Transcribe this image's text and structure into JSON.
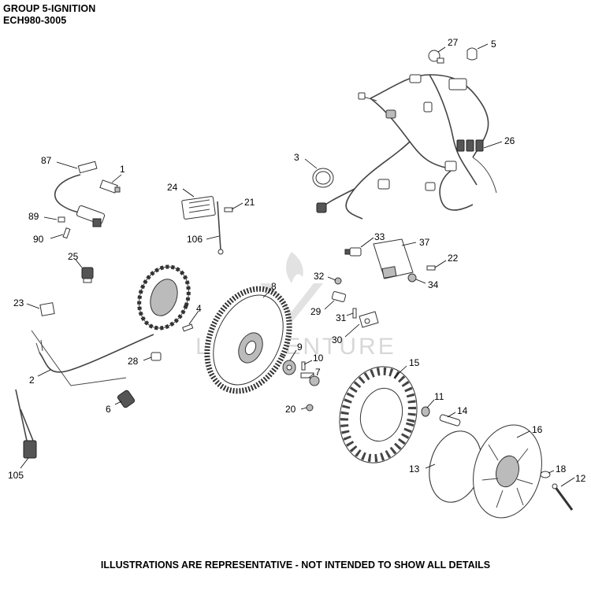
{
  "header": {
    "group_title": "GROUP 5-IGNITION",
    "model": "ECH980-3005"
  },
  "callouts": [
    {
      "id": "27",
      "label": "27"
    },
    {
      "id": "5",
      "label": "5"
    },
    {
      "id": "26",
      "label": "26"
    },
    {
      "id": "3",
      "label": "3"
    },
    {
      "id": "87",
      "label": "87"
    },
    {
      "id": "1",
      "label": "1"
    },
    {
      "id": "24",
      "label": "24"
    },
    {
      "id": "21",
      "label": "21"
    },
    {
      "id": "89",
      "label": "89"
    },
    {
      "id": "90",
      "label": "90"
    },
    {
      "id": "106",
      "label": "106"
    },
    {
      "id": "33",
      "label": "33"
    },
    {
      "id": "37",
      "label": "37"
    },
    {
      "id": "25",
      "label": "25"
    },
    {
      "id": "22",
      "label": "22"
    },
    {
      "id": "32",
      "label": "32"
    },
    {
      "id": "34",
      "label": "34"
    },
    {
      "id": "8",
      "label": "8"
    },
    {
      "id": "23",
      "label": "23"
    },
    {
      "id": "4",
      "label": "4"
    },
    {
      "id": "29",
      "label": "29"
    },
    {
      "id": "31",
      "label": "31"
    },
    {
      "id": "30",
      "label": "30"
    },
    {
      "id": "9",
      "label": "9"
    },
    {
      "id": "10",
      "label": "10"
    },
    {
      "id": "28",
      "label": "28"
    },
    {
      "id": "15",
      "label": "15"
    },
    {
      "id": "7",
      "label": "7"
    },
    {
      "id": "2",
      "label": "2"
    },
    {
      "id": "6",
      "label": "6"
    },
    {
      "id": "11",
      "label": "11"
    },
    {
      "id": "20",
      "label": "20"
    },
    {
      "id": "14",
      "label": "14"
    },
    {
      "id": "16",
      "label": "16"
    },
    {
      "id": "13",
      "label": "13"
    },
    {
      "id": "18",
      "label": "18"
    },
    {
      "id": "105",
      "label": "105"
    },
    {
      "id": "12",
      "label": "12"
    }
  ],
  "watermark": "LEADVENTURE",
  "footer": {
    "disclaimer": "ILLUSTRATIONS ARE REPRESENTATIVE - NOT INTENDED TO SHOW ALL DETAILS"
  }
}
